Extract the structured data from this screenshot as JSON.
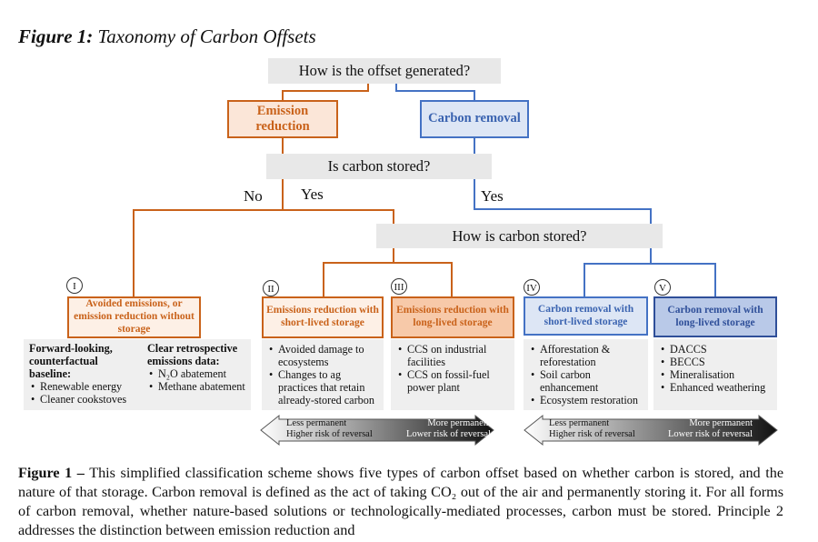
{
  "figure_title": {
    "label": "Figure 1:",
    "text": "Taxonomy of Carbon Offsets"
  },
  "questions": {
    "generated": "How is the offset generated?",
    "stored": "Is carbon stored?",
    "how_stored": "How is carbon stored?"
  },
  "top_nodes": {
    "emission_reduction": "Emission reduction",
    "carbon_removal": "Carbon removal"
  },
  "branch_labels": {
    "no": "No",
    "yes_left": "Yes",
    "yes_right": "Yes"
  },
  "categories": [
    {
      "numeral": "I",
      "label": "Avoided emissions, or emission reduction without storage"
    },
    {
      "numeral": "II",
      "label": "Emissions reduction with short-lived storage"
    },
    {
      "numeral": "III",
      "label": "Emissions reduction with long-lived storage"
    },
    {
      "numeral": "IV",
      "label": "Carbon removal with short-lived storage"
    },
    {
      "numeral": "V",
      "label": "Carbon removal with long-lived storage"
    }
  ],
  "panel_I": {
    "col1_heading": "Forward-looking, counterfactual baseline:",
    "col1_items": [
      "Renewable energy",
      "Cleaner cookstoves"
    ],
    "col2_heading": "Clear retrospective emissions data:",
    "col2_items": [
      "N₂O abatement",
      "Methane abatement"
    ]
  },
  "panel_II": {
    "items": [
      "Avoided damage to ecosystems",
      "Changes to ag practices that retain already-stored carbon"
    ]
  },
  "panel_III": {
    "items": [
      "CCS on industrial facilities",
      "CCS on fossil-fuel power plant"
    ]
  },
  "panel_IV": {
    "items": [
      "Afforestation & reforestation",
      "Soil carbon enhancement",
      "Ecosystem restoration"
    ]
  },
  "panel_V": {
    "items": [
      "DACCS",
      "BECCS",
      "Mineralisation",
      "Enhanced weathering"
    ]
  },
  "permanence_arrows": {
    "left_top": "Less permanent",
    "left_bottom": "Higher risk of reversal",
    "right_top": "More permanent",
    "right_bottom": "Lower risk of reversal"
  },
  "caption": {
    "label": "Figure 1 –",
    "text": "This simplified classification scheme shows five types of carbon offset based on whether carbon is stored, and the nature of that storage. Carbon removal is defined as the act of taking CO₂ out of the air and permanently storing it. For all forms of carbon removal, whether nature-based solutions or technologically-mediated processes, carbon must be stored. Principle 2 addresses the distinction between emission reduction and"
  },
  "colors": {
    "orange": "#c9621a",
    "blue": "#4472c4",
    "dark_blue": "#2f4f99",
    "question_bg": "#e8e8e8",
    "panel_bg": "#efefef"
  }
}
